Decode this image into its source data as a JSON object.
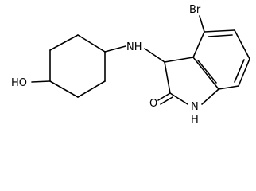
{
  "molecule": {
    "labels": {
      "br": "Br",
      "nh_amine": "NH",
      "hydroxyl": "HO",
      "carbonyl_o": "O",
      "ring_n": "N",
      "ring_h": "H"
    },
    "line_color": "#000000",
    "background": "#ffffff"
  }
}
